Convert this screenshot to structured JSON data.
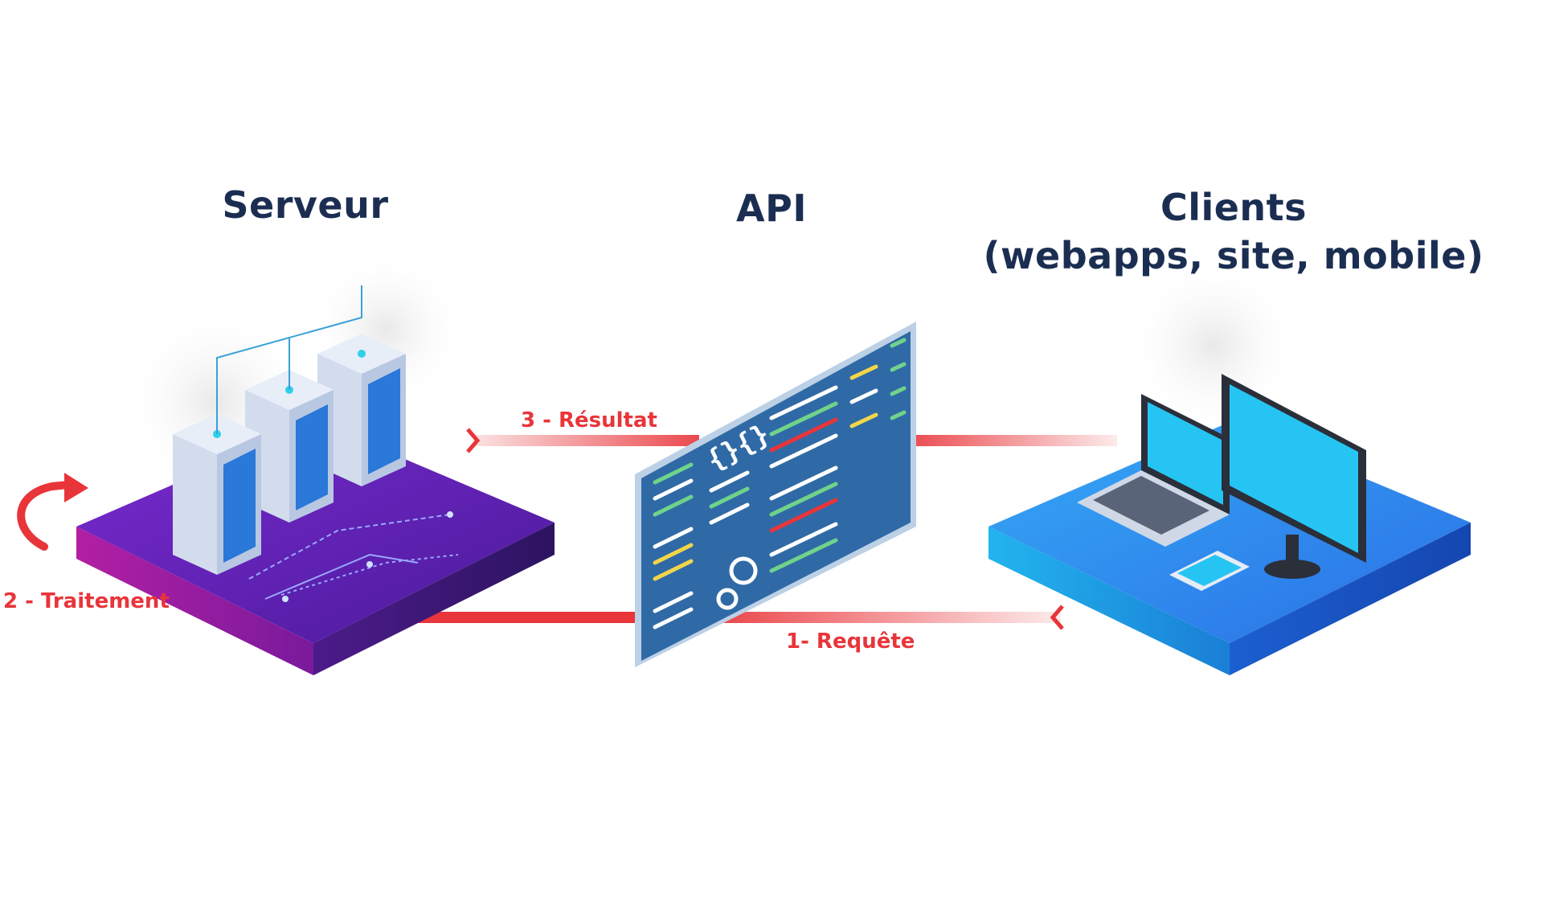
{
  "titles": {
    "server": "Serveur",
    "api": "API",
    "clients_line1": "Clients",
    "clients_line2": "(webapps, site, mobile)"
  },
  "steps": {
    "request": "1- Requête",
    "processing": "2 - Traitement",
    "result": "3 - Résultat"
  },
  "colors": {
    "title": "#1b2e52",
    "arrow": "#e8353a",
    "server_platform": "#6a1fa8",
    "client_platform": "#2a8ff0",
    "api_screen": "#2f6aa6"
  }
}
